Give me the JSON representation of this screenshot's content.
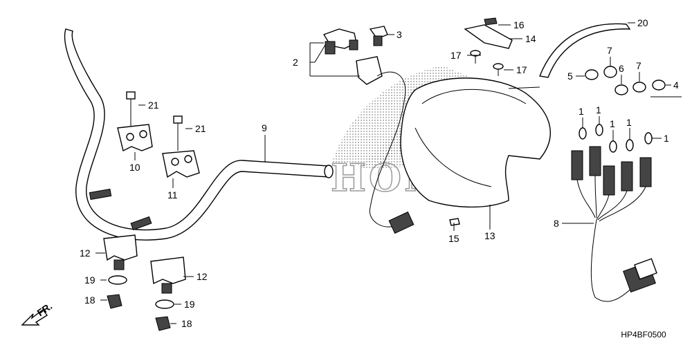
{
  "watermark": "HONDA",
  "diagram_code": "HP4BF0500",
  "direction_label": "FR.",
  "callouts": [
    {
      "id": "c1a",
      "text": "1"
    },
    {
      "id": "c1b",
      "text": "1"
    },
    {
      "id": "c1c",
      "text": "1"
    },
    {
      "id": "c1d",
      "text": "1"
    },
    {
      "id": "c1e",
      "text": "1"
    },
    {
      "id": "c2",
      "text": "2"
    },
    {
      "id": "c3",
      "text": "3"
    },
    {
      "id": "c4",
      "text": "4"
    },
    {
      "id": "c5",
      "text": "5"
    },
    {
      "id": "c6",
      "text": "6"
    },
    {
      "id": "c7a",
      "text": "7"
    },
    {
      "id": "c7b",
      "text": "7"
    },
    {
      "id": "c8",
      "text": "8"
    },
    {
      "id": "c9",
      "text": "9"
    },
    {
      "id": "c10",
      "text": "10"
    },
    {
      "id": "c11",
      "text": "11"
    },
    {
      "id": "c12a",
      "text": "12"
    },
    {
      "id": "c12b",
      "text": "12"
    },
    {
      "id": "c13",
      "text": "13"
    },
    {
      "id": "c14",
      "text": "14"
    },
    {
      "id": "c15",
      "text": "15"
    },
    {
      "id": "c16",
      "text": "16"
    },
    {
      "id": "c17a",
      "text": "17"
    },
    {
      "id": "c17b",
      "text": "17"
    },
    {
      "id": "c18a",
      "text": "18"
    },
    {
      "id": "c18b",
      "text": "18"
    },
    {
      "id": "c19a",
      "text": "19"
    },
    {
      "id": "c19b",
      "text": "19"
    },
    {
      "id": "c20",
      "text": "20"
    },
    {
      "id": "c21a",
      "text": "21"
    },
    {
      "id": "c21b",
      "text": "21"
    }
  ]
}
